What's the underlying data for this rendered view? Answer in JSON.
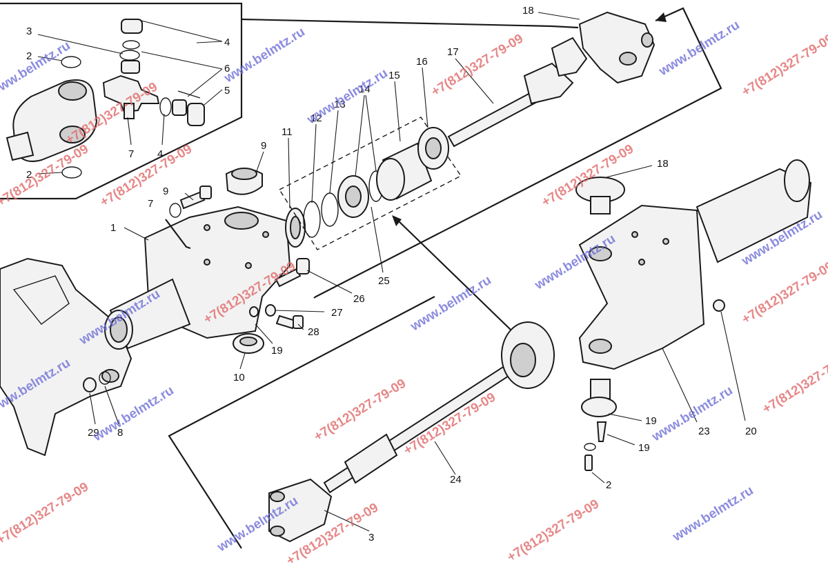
{
  "diagram": {
    "callouts": [
      {
        "id": "c1",
        "text": "1"
      },
      {
        "id": "c2a",
        "text": "2"
      },
      {
        "id": "c2b",
        "text": "2"
      },
      {
        "id": "c2c",
        "text": "2"
      },
      {
        "id": "c3a",
        "text": "3"
      },
      {
        "id": "c3b",
        "text": "3"
      },
      {
        "id": "c4a",
        "text": "4"
      },
      {
        "id": "c4b",
        "text": "4"
      },
      {
        "id": "c5",
        "text": "5"
      },
      {
        "id": "c6",
        "text": "6"
      },
      {
        "id": "c7a",
        "text": "7"
      },
      {
        "id": "c7b",
        "text": "7"
      },
      {
        "id": "c8",
        "text": "8"
      },
      {
        "id": "c9a",
        "text": "9"
      },
      {
        "id": "c9b",
        "text": "9"
      },
      {
        "id": "c10",
        "text": "10"
      },
      {
        "id": "c11",
        "text": "11"
      },
      {
        "id": "c12",
        "text": "12"
      },
      {
        "id": "c13",
        "text": "13"
      },
      {
        "id": "c14",
        "text": "14"
      },
      {
        "id": "c15",
        "text": "15"
      },
      {
        "id": "c16",
        "text": "16"
      },
      {
        "id": "c17",
        "text": "17"
      },
      {
        "id": "c18a",
        "text": "18"
      },
      {
        "id": "c18b",
        "text": "18"
      },
      {
        "id": "c19a",
        "text": "19"
      },
      {
        "id": "c19b",
        "text": "19"
      },
      {
        "id": "c19c",
        "text": "19"
      },
      {
        "id": "c20",
        "text": "20"
      },
      {
        "id": "c23",
        "text": "23"
      },
      {
        "id": "c24",
        "text": "24"
      },
      {
        "id": "c25",
        "text": "25"
      },
      {
        "id": "c26",
        "text": "26"
      },
      {
        "id": "c27",
        "text": "27"
      },
      {
        "id": "c28",
        "text": "28"
      },
      {
        "id": "c29",
        "text": "29"
      }
    ]
  },
  "watermarks": {
    "site": "www.belmtz.ru",
    "phone": "+7(812)327-79-09",
    "site_color": "#6f6fd8",
    "phone_color": "#e06a6a"
  }
}
